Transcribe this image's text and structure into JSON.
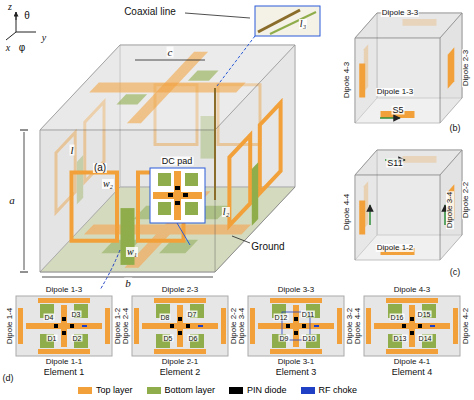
{
  "diagram": {
    "nodes": [
      {
        "text": [
          "Element 1"
        ]
      },
      {
        "text": [
          "Element 2"
        ]
      },
      {
        "text": [
          "Element 3"
        ]
      },
      {
        "text": [
          "Element 4"
        ]
      }
    ],
    "labels": [
      "z",
      "θ",
      "x",
      "φ",
      "y",
      "Coaxial line",
      "l₃",
      "a",
      "c",
      "b",
      "l",
      "w₂",
      "w₁",
      "l₂",
      "Ground",
      "DC pad",
      "(a)",
      "Dipole 4-3",
      "Dipole 3-3",
      "Dipole 2-3",
      "Dipole 1-3",
      "S5",
      "(b)",
      "Dipole 4-4",
      "S11",
      "Dipole 3-4",
      "Dipole 2-2",
      "Dipole 1-2",
      "(c)",
      "Dipole 1-3",
      "Dipole 2-3",
      "Dipole 3-3",
      "Dipole 4-3",
      "Dipole 1-4",
      "Dipole 1-2",
      "Dipole 2-4",
      "Dipole 2-2",
      "Dipole 3-4",
      "Dipole 3-2",
      "Dipole 4-4",
      "Dipole 4-2",
      "Dipole 1-1",
      "Dipole 2-1",
      "Dipole 3-1",
      "Dipole 4-1",
      "D3",
      "D4",
      "D1",
      "D2",
      "D7",
      "D8",
      "D5",
      "D6",
      "D11",
      "D12",
      "D9",
      "D10",
      "D15",
      "D16",
      "D13",
      "D14",
      "(d)"
    ],
    "legend": [
      {
        "text": "Top layer",
        "color": "#f2a13a"
      },
      {
        "text": "Bottom layer",
        "color": "#8fae4b"
      },
      {
        "text": "PIN diode",
        "color": "#000000"
      },
      {
        "text": "RF choke",
        "color": "#1f3fc4"
      }
    ]
  }
}
